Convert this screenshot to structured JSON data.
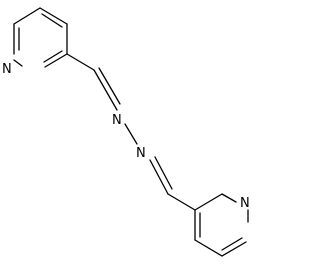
{
  "structure": {
    "atom_labels": [
      {
        "id": "n-top",
        "symbol": "N"
      },
      {
        "id": "n-azine-1",
        "symbol": "N"
      },
      {
        "id": "n-azine-2",
        "symbol": "N"
      },
      {
        "id": "n-bottom",
        "symbol": "N"
      }
    ],
    "bond_color": "#000000"
  }
}
